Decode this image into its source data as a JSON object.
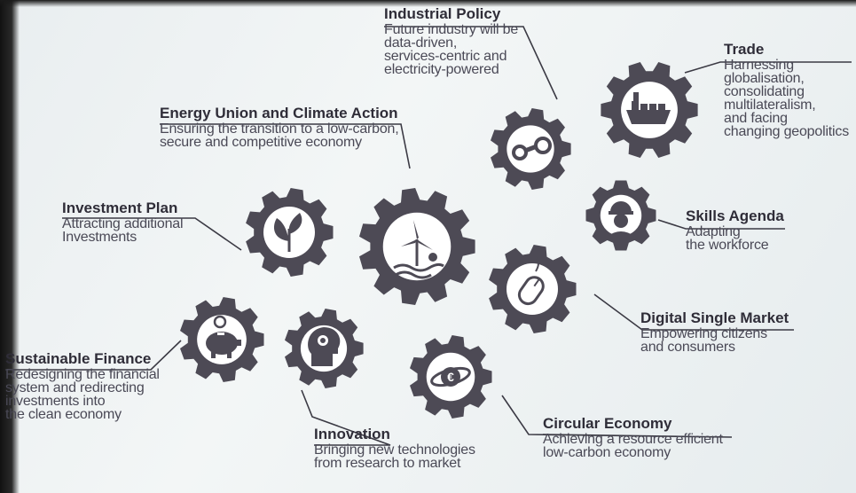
{
  "topics": [
    {
      "id": "industrial-policy",
      "title": "Industrial Policy",
      "description": "Future industry will be\ndata-driven,\nservices-centric and\nelectricity-powered"
    },
    {
      "id": "trade",
      "title": "Trade",
      "description": "Harnessing\nglobalisation,\nconsolidating\nmultilateralism,\nand facing\nchanging geopolitics"
    },
    {
      "id": "energy-union",
      "title": "Energy Union and Climate Action",
      "description": "Ensuring the transition to a low-carbon,\nsecure and competitive economy"
    },
    {
      "id": "investment-plan",
      "title": "Investment Plan",
      "description": "Attracting additional\nInvestments"
    },
    {
      "id": "skills-agenda",
      "title": "Skills Agenda",
      "description": "Adapting\nthe workforce"
    },
    {
      "id": "digital-single-market",
      "title": "Digital Single Market",
      "description": "Empowering citizens\nand consumers"
    },
    {
      "id": "sustainable-finance",
      "title": "Sustainable Finance",
      "description": "Redesigning the financial\nsystem and redirecting\ninvestments into\nthe clean economy"
    },
    {
      "id": "innovation",
      "title": "Innovation",
      "description": "Bringing new technologies\nfrom research to market"
    },
    {
      "id": "circular-economy",
      "title": "Circular Economy",
      "description": "Achieving a resource efficient\nlow-carbon economy"
    }
  ],
  "gears": [
    {
      "name": "gear-industrial-policy",
      "icon": "steam-pipe-icon"
    },
    {
      "name": "gear-trade",
      "icon": "cargo-ship-icon"
    },
    {
      "name": "gear-energy-union",
      "icon": "wind-turbine-icon"
    },
    {
      "name": "gear-investment-plan",
      "icon": "plant-sprout-icon"
    },
    {
      "name": "gear-skills-agenda",
      "icon": "worker-icon"
    },
    {
      "name": "gear-digital-single-market",
      "icon": "computer-mouse-icon"
    },
    {
      "name": "gear-sustainable-finance",
      "icon": "piggy-bank-icon"
    },
    {
      "name": "gear-innovation",
      "icon": "lightbulb-head-icon"
    },
    {
      "name": "gear-circular-economy",
      "icon": "euro-coin-icon"
    }
  ],
  "colors": {
    "gear": "#4d4a55",
    "gear_inner": "#ffffff",
    "text": "#3b3a44",
    "title": "#2f2d38",
    "connector": "#3b3a44"
  }
}
